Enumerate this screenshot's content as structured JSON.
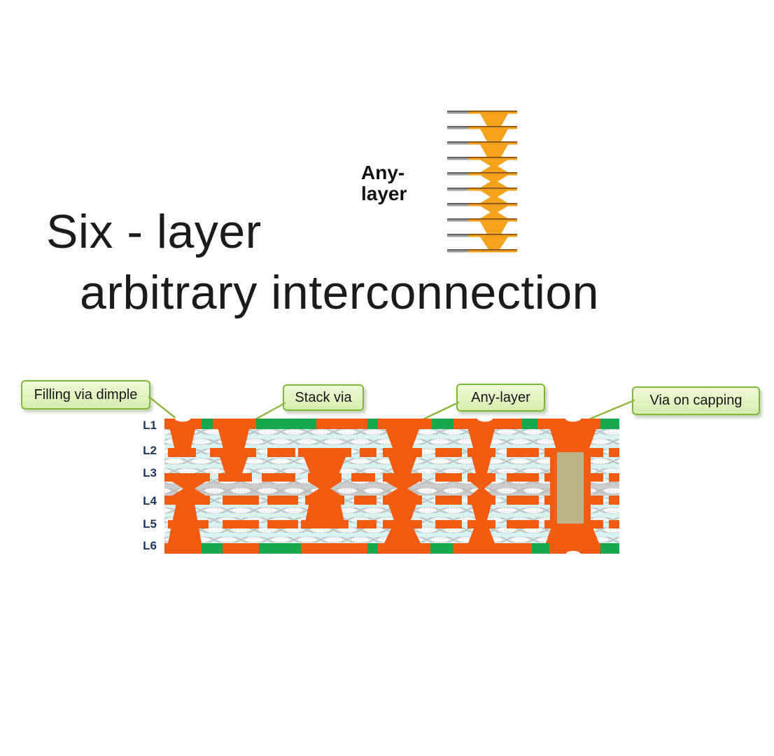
{
  "title": {
    "line1": "Six - layer",
    "line2": "arbitrary interconnection"
  },
  "anylayer_icon": {
    "label_line1": "Any-",
    "label_line2": "layer"
  },
  "callouts": {
    "filling_via_dimple": "Filling via dimple",
    "stack_via": "Stack via",
    "any_layer": "Any-layer",
    "via_on_capping": "Via on capping"
  },
  "layer_labels": [
    "L1",
    "L2",
    "L3",
    "L4",
    "L5",
    "L6"
  ],
  "colors": {
    "copper_orange": "#F25C12",
    "icon_amber": "#F5A21D",
    "solder_mask_green": "#17A84E",
    "prepreg_cyan": "#D8F3F1",
    "core_gray": "#CBCDCC",
    "plug_tan": "#BDB285",
    "callout_fill_top": "#F0F9D8",
    "callout_fill_bottom": "#D7EEAE",
    "callout_border": "#7DB83B",
    "leader_line": "#8FB73E",
    "layer_label_navy": "#20365C",
    "title_black": "#1B1B1B"
  }
}
